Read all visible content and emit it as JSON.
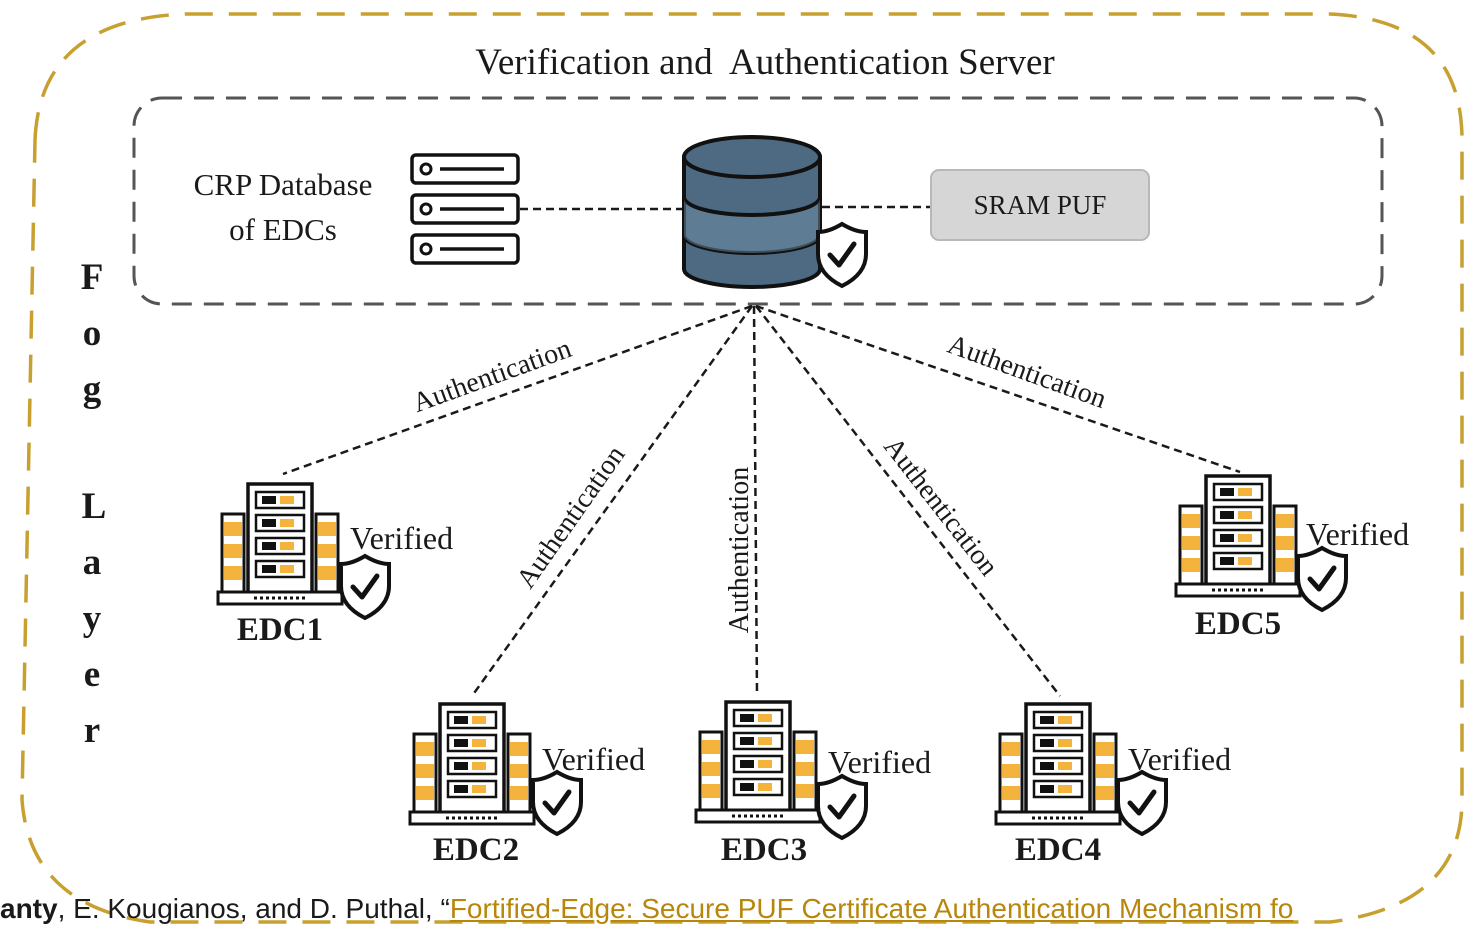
{
  "server": {
    "title": "Verification and  Authentication Server",
    "crp_database_line1": "CRP Database",
    "crp_database_line2": "of EDCs",
    "sram_puf": "SRAM PUF"
  },
  "layer_label": [
    "F",
    "o",
    "g",
    "L",
    "a",
    "y",
    "e",
    "r"
  ],
  "links": [
    {
      "target": "EDC1",
      "label": "Authentication"
    },
    {
      "target": "EDC2",
      "label": "Authentication"
    },
    {
      "target": "EDC3",
      "label": "Authentication"
    },
    {
      "target": "EDC4",
      "label": "Authentication"
    },
    {
      "target": "EDC5",
      "label": "Authentication"
    }
  ],
  "edcs": [
    {
      "name": "EDC1",
      "status": "Verified"
    },
    {
      "name": "EDC2",
      "status": "Verified"
    },
    {
      "name": "EDC3",
      "status": "Verified"
    },
    {
      "name": "EDC4",
      "status": "Verified"
    },
    {
      "name": "EDC5",
      "status": "Verified"
    }
  ],
  "icons": {
    "database": "database-icon",
    "crp_servers": "server-rack-icon",
    "edc": "edge-datacenter-icon",
    "shield": "shield-check-icon"
  },
  "colors": {
    "fog_border": "#c8a030",
    "database_fill": "#4d6a82",
    "sram_fill": "#d6d6d6",
    "edc_accent": "#f3b33d",
    "citation_link": "#b8860b"
  },
  "citation": {
    "author": "anty",
    "rest": ", E. Kougianos, and D. Puthal, “",
    "link_text": "Fortified-Edge: Secure PUF Certificate Authentication Mechanism fo"
  }
}
